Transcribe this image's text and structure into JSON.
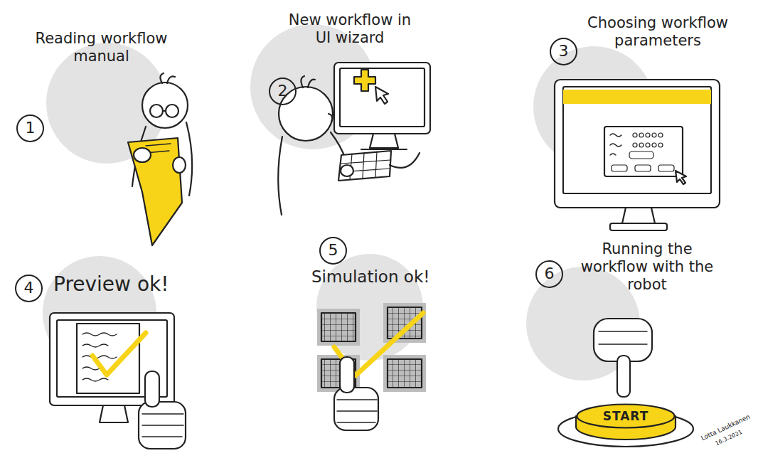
{
  "diagram": {
    "nodes": [
      {
        "text": [
          "1"
        ]
      },
      {
        "text": [
          "2"
        ]
      },
      {
        "text": [
          "3"
        ]
      },
      {
        "text": [
          "4"
        ]
      },
      {
        "text": [
          "5"
        ]
      },
      {
        "text": [
          "6"
        ]
      },
      {
        "text": [
          "START"
        ]
      }
    ],
    "labels": [
      "Reading workflow manual",
      "New workflow in UI wizard",
      "Choosing workflow parameters",
      "Preview ok!",
      "Simulation ok!",
      "Running the workflow with the robot",
      "Lotta Laukkanen",
      "16.3.2021"
    ]
  }
}
